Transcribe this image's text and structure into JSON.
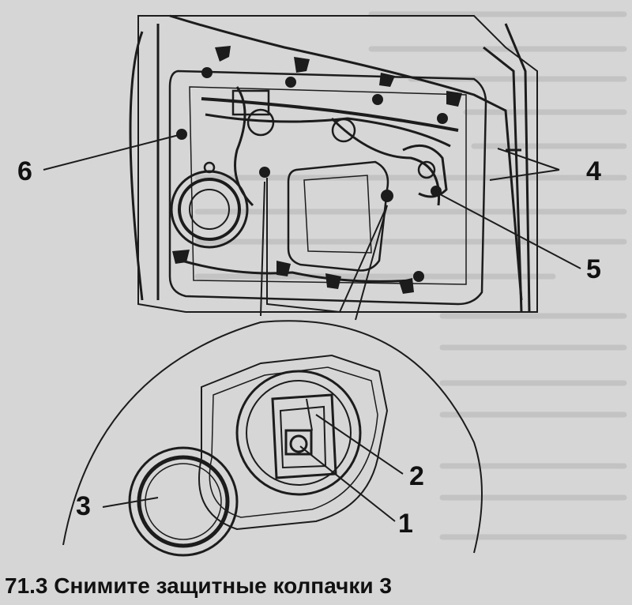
{
  "caption": "71.3 Снимите защитные колпачки 3",
  "callouts": {
    "c1": "1",
    "c2": "2",
    "c3": "3",
    "c4": "4",
    "c5": "5",
    "c6": "6"
  },
  "colors": {
    "background": "#d6d6d6",
    "ink": "#1c1c1c"
  }
}
